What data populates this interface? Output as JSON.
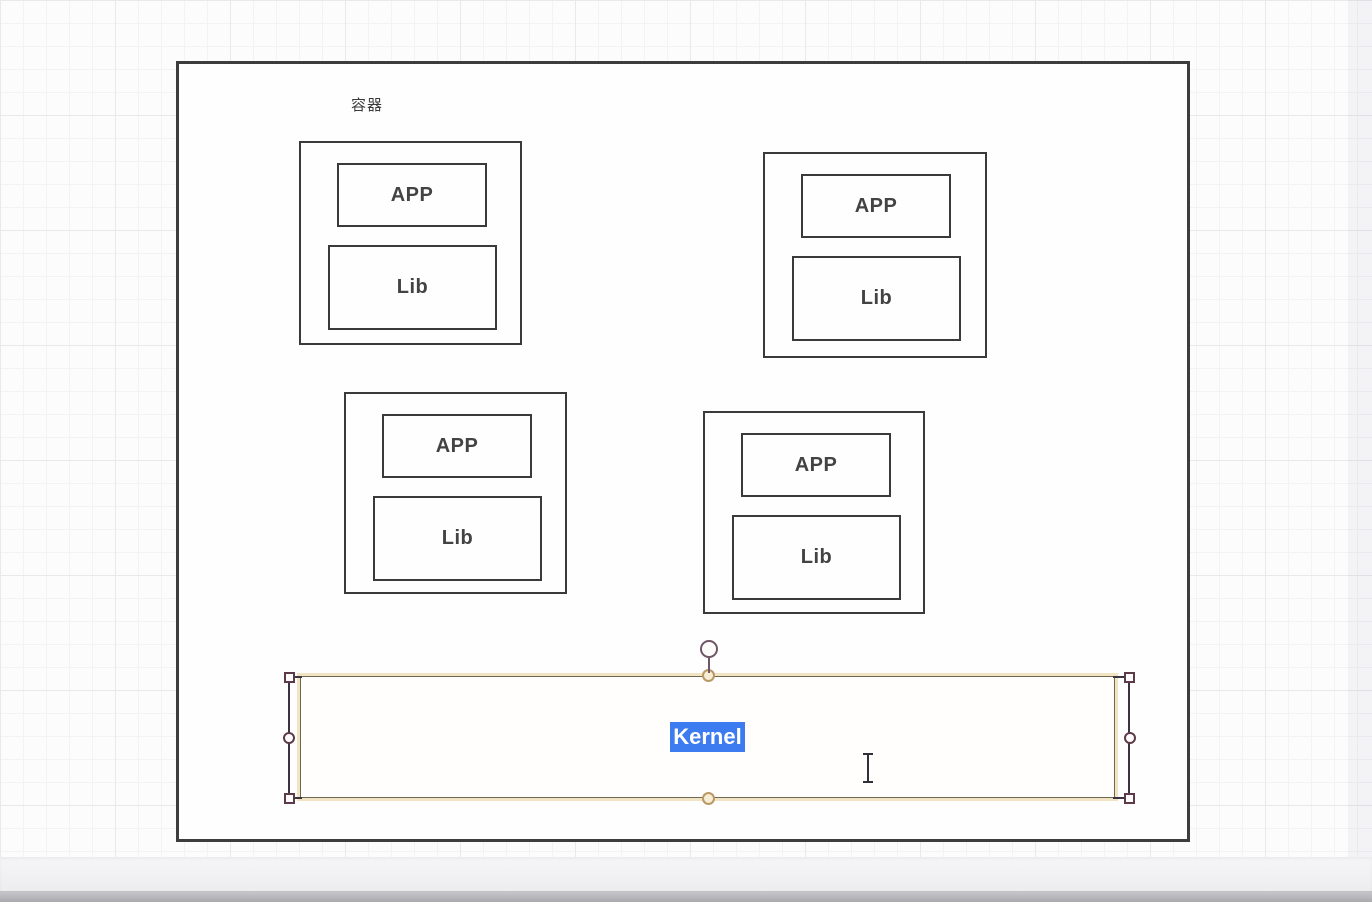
{
  "diagram": {
    "container_label": "容器",
    "groups": [
      {
        "app": "APP",
        "lib": "Lib"
      },
      {
        "app": "APP",
        "lib": "Lib"
      },
      {
        "app": "APP",
        "lib": "Lib"
      },
      {
        "app": "APP",
        "lib": "Lib"
      }
    ],
    "kernel": {
      "label": "Kernel",
      "state": "selected-text-editing"
    }
  },
  "colors": {
    "shape_border": "#3a3a3a",
    "shape_text": "#434343",
    "selection_outline": "#f2e4c2",
    "handle_border": "#5d3a4a",
    "text_selection_bg": "#3d7bf0",
    "text_selection_fg": "#ffffff",
    "grid_line": "#e7e9ec"
  }
}
